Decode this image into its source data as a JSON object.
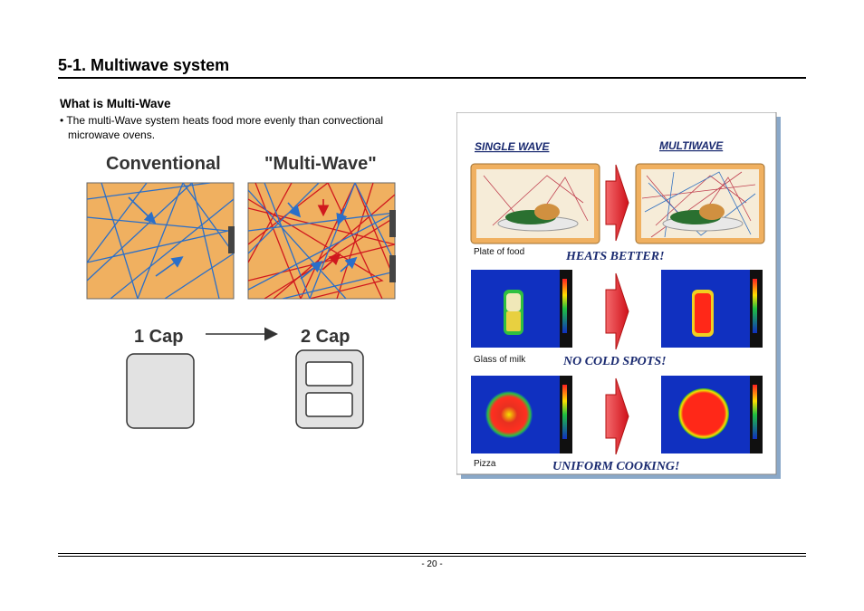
{
  "section_title": "5-1. Multiwave system",
  "subheading": "What is Multi-Wave",
  "bullet_line1": "• The multi-Wave system heats food more evenly than convectional",
  "bullet_line2": "microwave ovens.",
  "left_figure": {
    "conventional_label": "Conventional",
    "multiwave_label": "\"Multi-Wave\"",
    "cap1_label": "1 Cap",
    "cap2_label": "2 Cap"
  },
  "right_figure": {
    "single_wave_label": "SINGLE WAVE",
    "multiwave_label": "MULTIWAVE",
    "rows": [
      {
        "item": "Plate of food",
        "result": "HEATS BETTER!"
      },
      {
        "item": "Glass of milk",
        "result": "NO COLD SPOTS!"
      },
      {
        "item": "Pizza",
        "result": "UNIFORM COOKING!"
      }
    ]
  },
  "page_number": "- 20 -",
  "colors": {
    "oven_fill": "#f0b060",
    "wave_blue": "#2a6fc9",
    "wave_red": "#d0181e",
    "arrow_red": "#e0282c",
    "thermal_blue": "#1030c0"
  }
}
